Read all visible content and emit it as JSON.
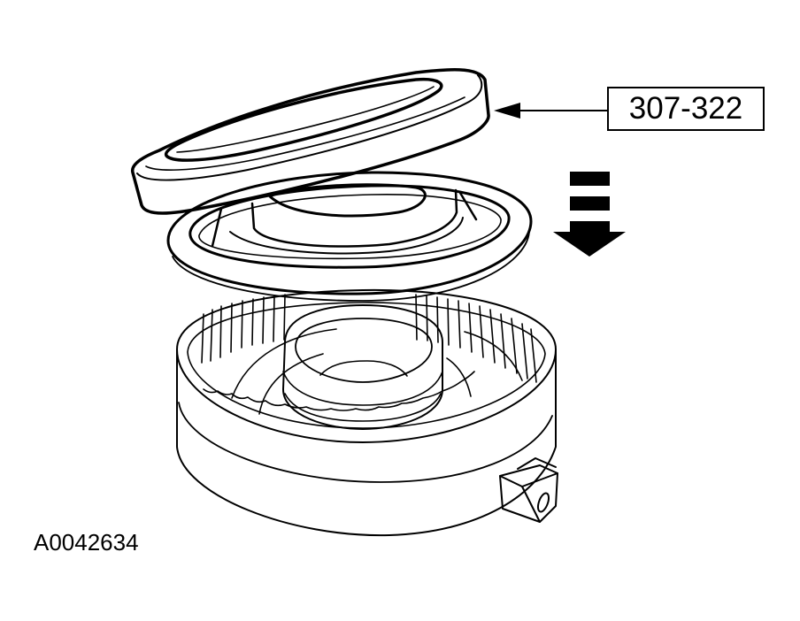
{
  "diagram": {
    "tool_callout": {
      "label": "307-322",
      "points_to": "seal installer ring (top component)"
    },
    "direction_arrow": {
      "icon": "down-arrow-icon",
      "meaning": "install downward"
    },
    "figure_id": "A0042634",
    "components": [
      {
        "name": "seal-installer-tool",
        "description": "Tilted flat ring tool at top"
      },
      {
        "name": "piston-seal",
        "description": "Stepped piston with seal, middle"
      },
      {
        "name": "clutch-drum-housing",
        "description": "Splined drum housing with center hub and side lug, bottom"
      }
    ],
    "colors": {
      "line": "#000000",
      "background": "#ffffff"
    }
  }
}
